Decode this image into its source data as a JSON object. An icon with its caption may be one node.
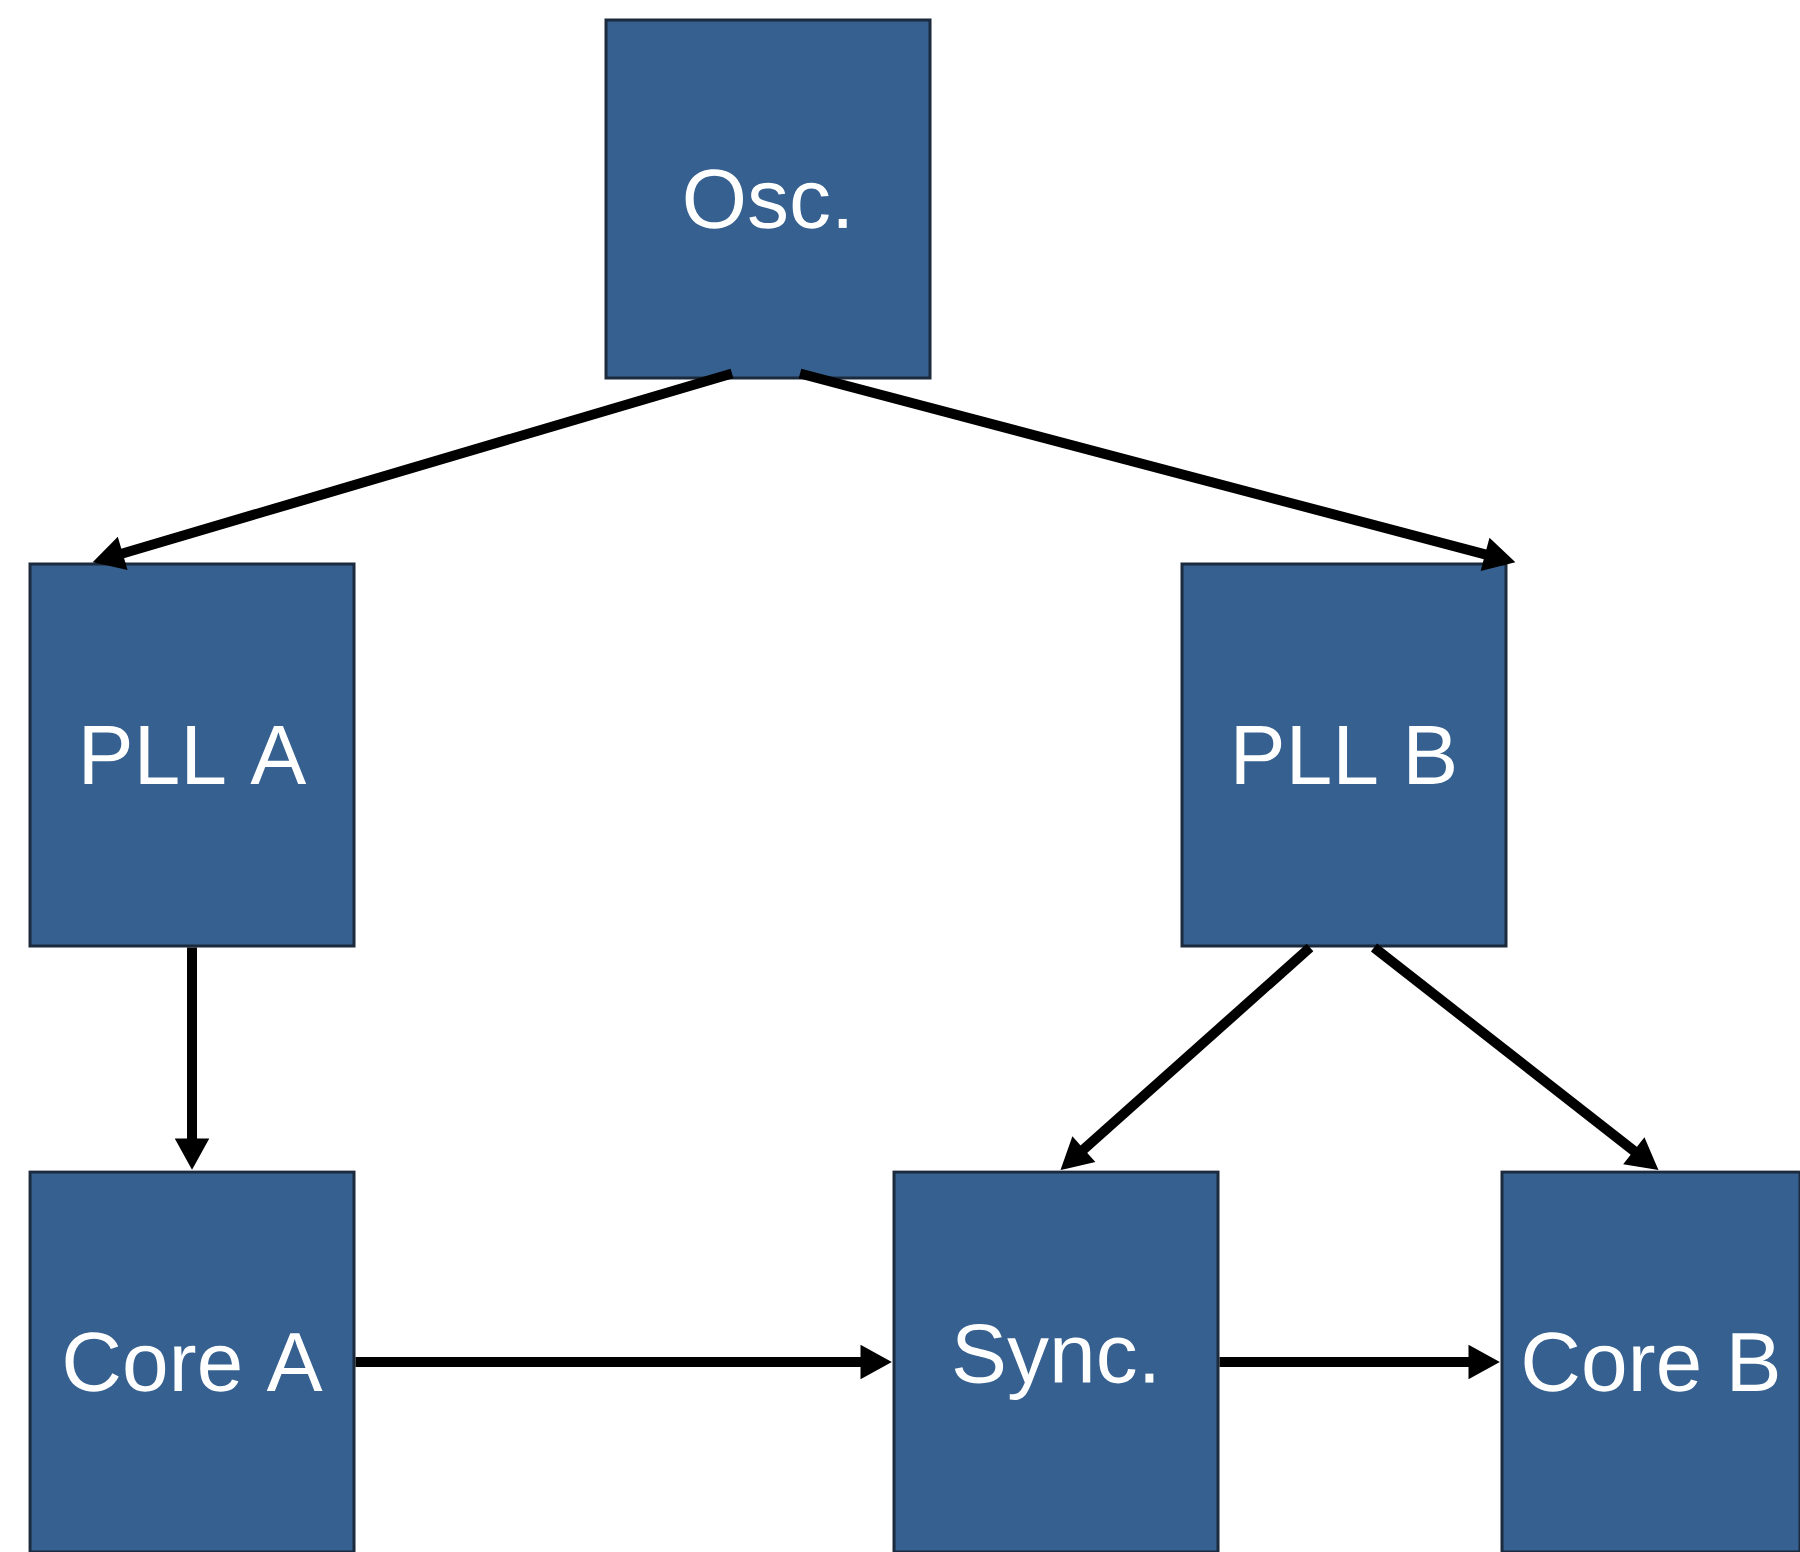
{
  "diagram": {
    "nodes": [
      {
        "text": [
          "Osc."
        ]
      },
      {
        "text": [
          "PLL A"
        ]
      },
      {
        "text": [
          "PLL B"
        ]
      },
      {
        "text": [
          "Core A"
        ]
      },
      {
        "text": [
          "Sync."
        ]
      },
      {
        "text": [
          "Core B"
        ]
      }
    ],
    "edges": [
      {
        "from": 0,
        "to": 1,
        "arrow": "to"
      },
      {
        "from": 0,
        "to": 2,
        "arrow": "to"
      },
      {
        "from": 1,
        "to": 3,
        "arrow": "to"
      },
      {
        "from": 2,
        "to": 4,
        "arrow": "to"
      },
      {
        "from": 2,
        "to": 5,
        "arrow": "to"
      },
      {
        "from": 3,
        "to": 4,
        "arrow": "to"
      },
      {
        "from": 4,
        "to": 5,
        "arrow": "to"
      }
    ]
  }
}
